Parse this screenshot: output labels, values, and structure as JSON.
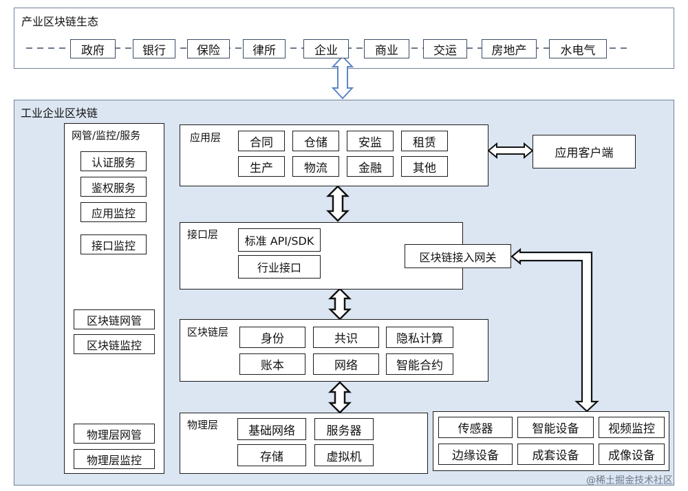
{
  "ecosystem": {
    "title": "产业区块链生态",
    "items": [
      "政府",
      "银行",
      "保险",
      "律所",
      "企业",
      "商业",
      "交运",
      "房地产",
      "水电气"
    ]
  },
  "industrial": {
    "title": "工业企业区块链",
    "mgmt": {
      "title": "网管/监控/服务",
      "items": [
        "认证服务",
        "鉴权服务",
        "应用监控",
        "接口监控",
        "区块链网管",
        "区块链监控",
        "物理层网管",
        "物理层监控"
      ]
    },
    "app_layer": {
      "title": "应用层",
      "items": [
        "合同",
        "仓储",
        "安监",
        "租赁",
        "生产",
        "物流",
        "金融",
        "其他"
      ]
    },
    "app_client": "应用客户端",
    "interface_layer": {
      "title": "接口层",
      "items": [
        "标准 API/SDK",
        "行业接口"
      ]
    },
    "gateway": "区块链接入网关",
    "blockchain_layer": {
      "title": "区块链层",
      "items": [
        "身份",
        "共识",
        "隐私计算",
        "账本",
        "网络",
        "智能合约"
      ]
    },
    "physical_layer": {
      "title": "物理层",
      "items": [
        "基础网络",
        "服务器",
        "存储",
        "虚拟机"
      ]
    },
    "devices": {
      "items": [
        "传感器",
        "智能设备",
        "视频监控",
        "边缘设备",
        "成套设备",
        "成像设备"
      ]
    }
  },
  "credit": "@稀土掘金技术社区",
  "colors": {
    "panel_fill": "#dce6f2",
    "frame_border": "#6f7f97",
    "arrow_blue": "#5b86c4"
  }
}
